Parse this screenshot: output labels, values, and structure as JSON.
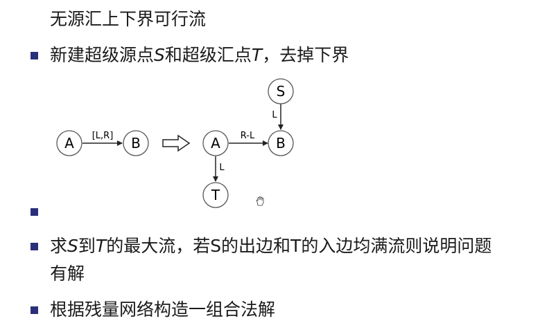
{
  "heading": "无源汇上下界可行流",
  "bullets": {
    "b1_pre": "新建超级源点",
    "b1_s": "S",
    "b1_mid": "和超级汇点",
    "b1_t": "T",
    "b1_post": "，去掉下界",
    "b3_pre": "求",
    "b3_s": "S",
    "b3_mid": "到",
    "b3_t": "T",
    "b3_post": "的最大流，若S的出边和T的入边均满流则说明问题",
    "b3_cont": "有解",
    "b4": "根据残量网络构造一组合法解"
  },
  "diagram": {
    "left_graph": {
      "node_a": "A",
      "node_b": "B",
      "edge_label": "[L,R]"
    },
    "right_graph": {
      "node_s": "S",
      "node_a": "A",
      "node_b": "B",
      "node_t": "T",
      "edge_ab": "R-L",
      "edge_sb": "L",
      "edge_at": "L"
    }
  },
  "colors": {
    "bullet": "#2a2f7a",
    "text": "#1a1a1a",
    "node_fill": "#ffffff",
    "stroke": "#333333"
  }
}
